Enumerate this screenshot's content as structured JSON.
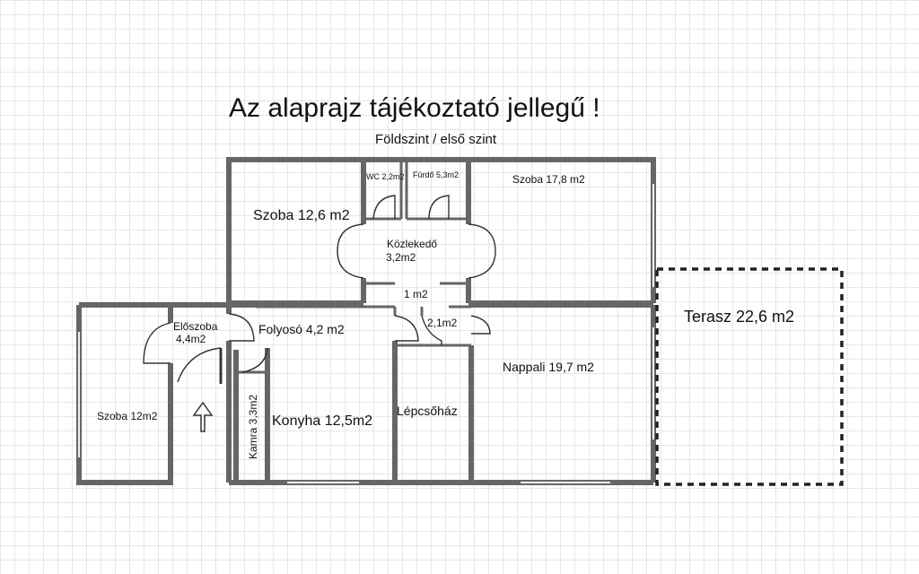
{
  "title": "Az alaprajz tájékoztató jellegű !",
  "subtitle": "Földszint / első szint",
  "rooms": {
    "szoba_12_6": "Szoba 12,6 m2",
    "wc": "WC 2,2m2",
    "furdo": "Fürdő 5,3m2",
    "szoba_17_8": "Szoba 17,8 m2",
    "kozlekedo_name": "Közlekedő",
    "kozlekedo_area": "3,2m2",
    "hall_1": "1 m2",
    "hall_2_1": "2,1m2",
    "eloszoba_name": "Előszoba",
    "eloszoba_area": "4,4m2",
    "folyoso": "Folyosó 4,2 m2",
    "szoba_12": "Szoba 12m2",
    "kamra": "Kamra 3,3m2",
    "konyha": "Konyha 12,5m2",
    "lepcsohaz": "Lépcsőház",
    "nappali": "Nappali 19,7 m2",
    "terasz": "Terasz 22,6 m2"
  },
  "icons": {
    "entrance": "arrow-up-icon"
  }
}
